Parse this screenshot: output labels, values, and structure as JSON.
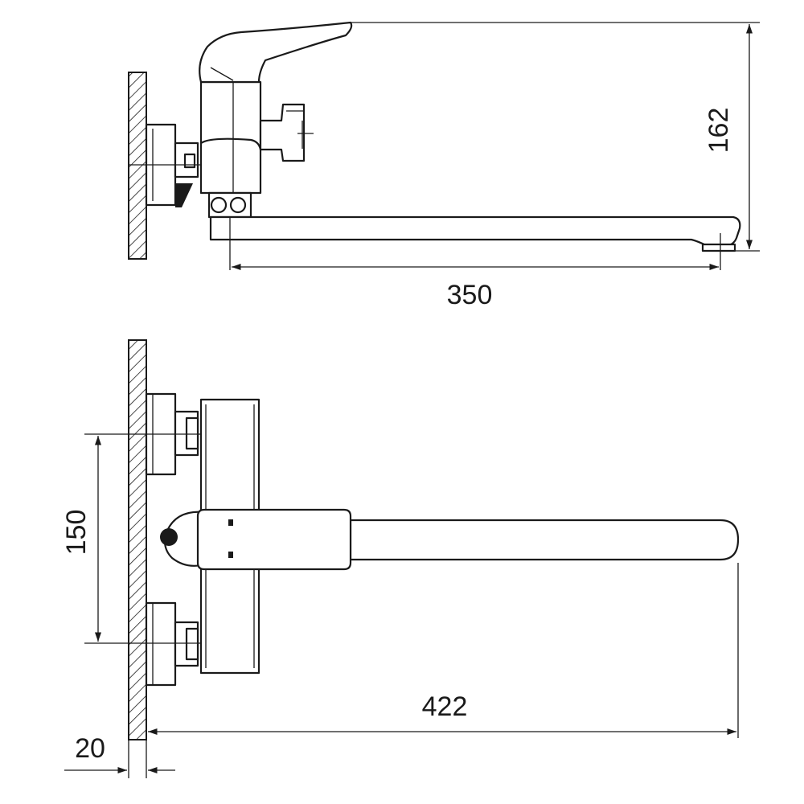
{
  "dimensions": {
    "height_162": "162",
    "spout_350": "350",
    "centers_150": "150",
    "length_422": "422",
    "wall_20": "20"
  },
  "colors": {
    "line": "#1a1a1a",
    "background": "#ffffff"
  }
}
